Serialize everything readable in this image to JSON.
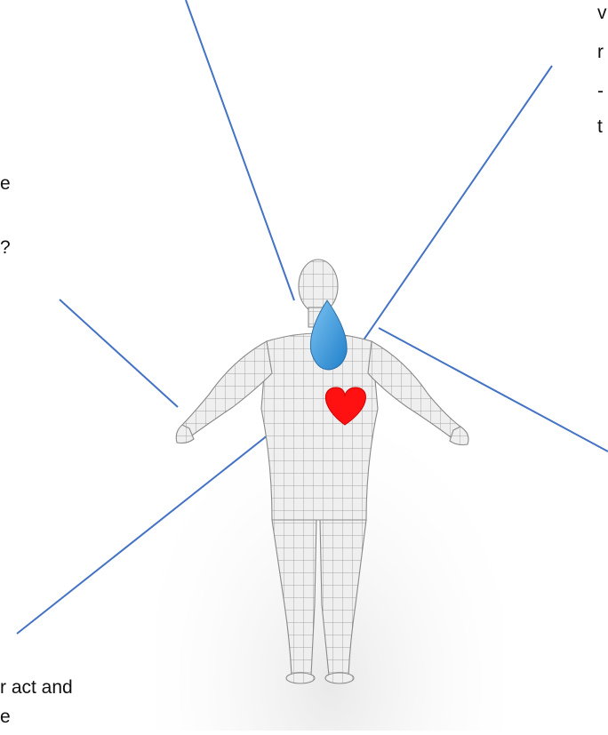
{
  "fragments": {
    "right_1": "v",
    "right_2": "r",
    "right_3": "-",
    "right_4": "t",
    "left_1": "e",
    "left_2": "?",
    "bottom_1": "r act and",
    "bottom_2": "e"
  },
  "icons": {
    "figure": "human-mesh-figure",
    "tear": "water-drop-icon",
    "heart": "heart-icon"
  },
  "colors": {
    "line": "#4472c4",
    "heart": "#ff1111",
    "tear": "#3a9ad9",
    "figure": "#eeeeee",
    "mesh": "#9a9a9a"
  }
}
